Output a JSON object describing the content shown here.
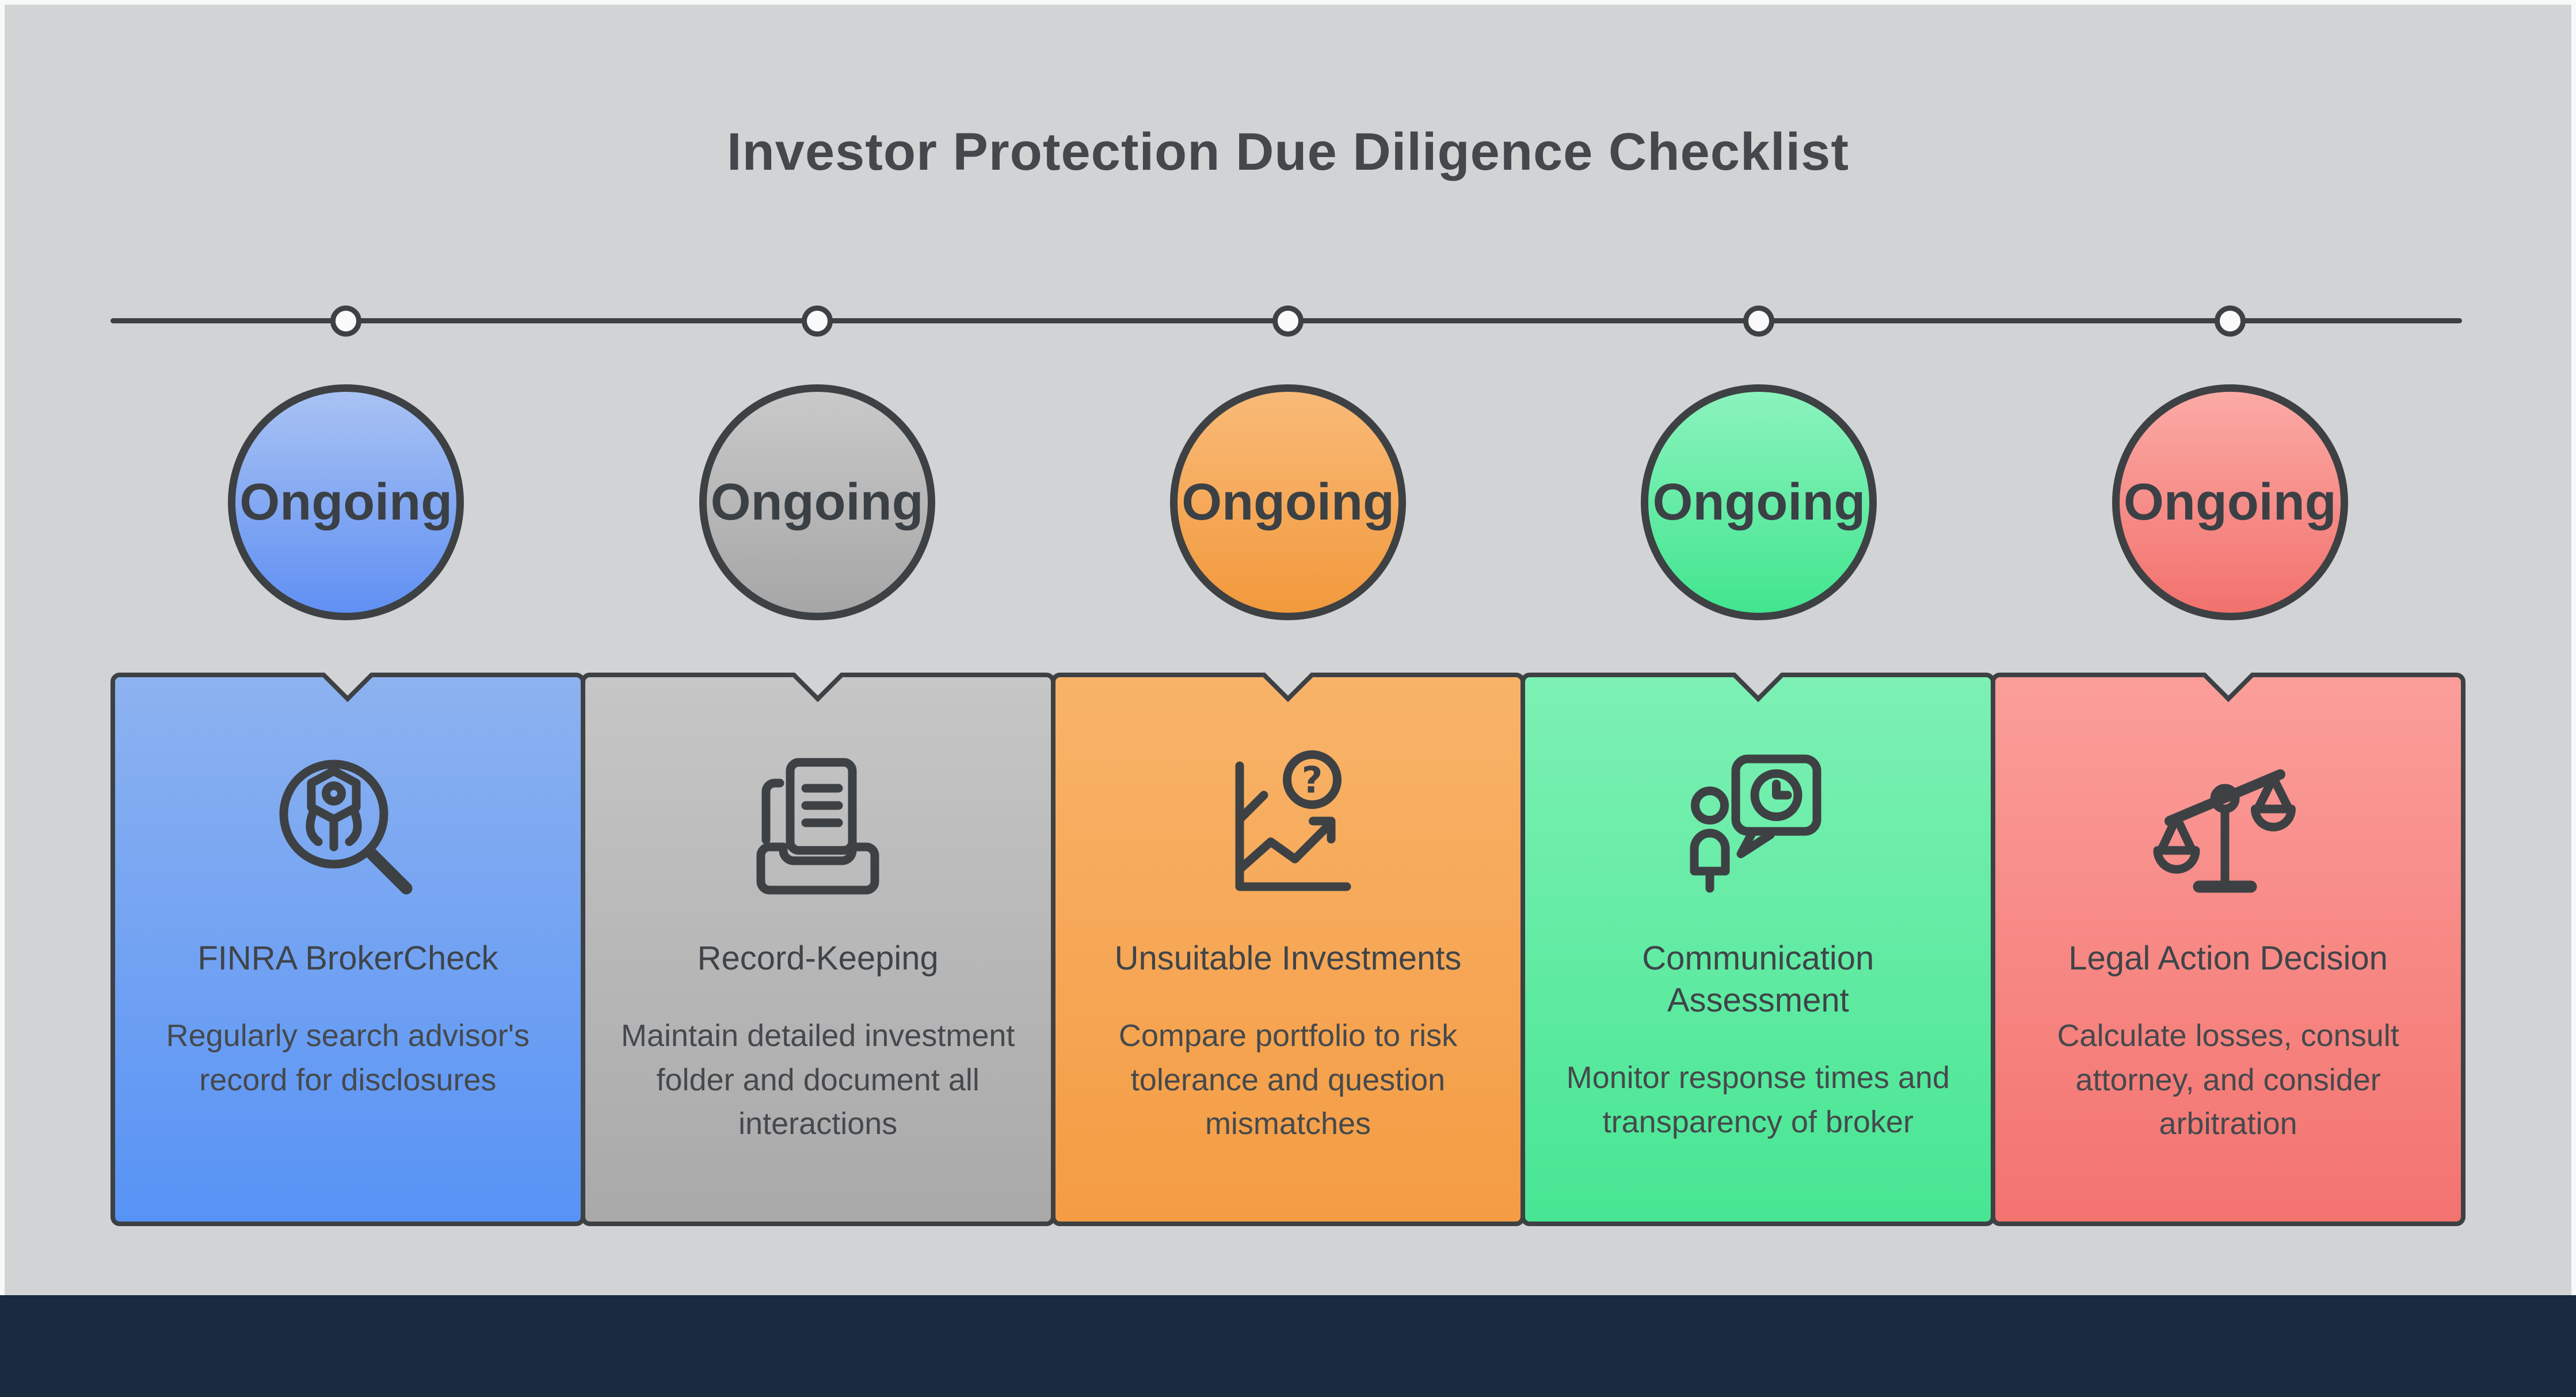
{
  "page": {
    "title": "Investor Protection Due Diligence Checklist",
    "colors": {
      "outer_background": "#f7f8f8",
      "panel_background": "#d2d3d4",
      "footer_bar": "#1a2b3f",
      "stroke": "#3d4144",
      "heading_text": "#44484c",
      "body_text": "#45494d"
    }
  },
  "steps": [
    {
      "badge": "Ongoing",
      "title": "FINRA BrokerCheck",
      "description": "Regularly search advisor's record for disclosures",
      "icon": "broker-search-icon",
      "colors": {
        "circle_top": "#a8c2f3",
        "circle_bottom": "#6090f3",
        "card_top": "#8db2f0",
        "card_bottom": "#5793f5"
      }
    },
    {
      "badge": "Ongoing",
      "title": "Record-Keeping",
      "description": "Maintain detailed investment folder and document all interactions",
      "icon": "archive-documents-icon",
      "colors": {
        "circle_top": "#c9c9c9",
        "circle_bottom": "#a6a6a6",
        "card_top": "#c6c6c6",
        "card_bottom": "#a9a9a9"
      }
    },
    {
      "badge": "Ongoing",
      "title": "Unsuitable Investments",
      "description": "Compare portfolio to risk tolerance and question mismatches",
      "icon": "chart-question-icon",
      "colors": {
        "circle_top": "#f9ba78",
        "circle_bottom": "#f2993c",
        "card_top": "#f8b369",
        "card_bottom": "#f49c43"
      }
    },
    {
      "badge": "Ongoing",
      "title": "Communication Assessment",
      "description": "Monitor response times and transparency of broker",
      "icon": "person-chat-clock-icon",
      "colors": {
        "circle_top": "#8bf3bd",
        "circle_bottom": "#41e58f",
        "card_top": "#7df0b4",
        "card_bottom": "#47e693"
      }
    },
    {
      "badge": "Ongoing",
      "title": "Legal Action Decision",
      "description": "Calculate losses, consult attorney, and consider arbitration",
      "icon": "justice-scales-icon",
      "colors": {
        "circle_top": "#fbaaa5",
        "circle_bottom": "#f2716d",
        "card_top": "#fb9e9a",
        "card_bottom": "#f3736f"
      }
    }
  ]
}
